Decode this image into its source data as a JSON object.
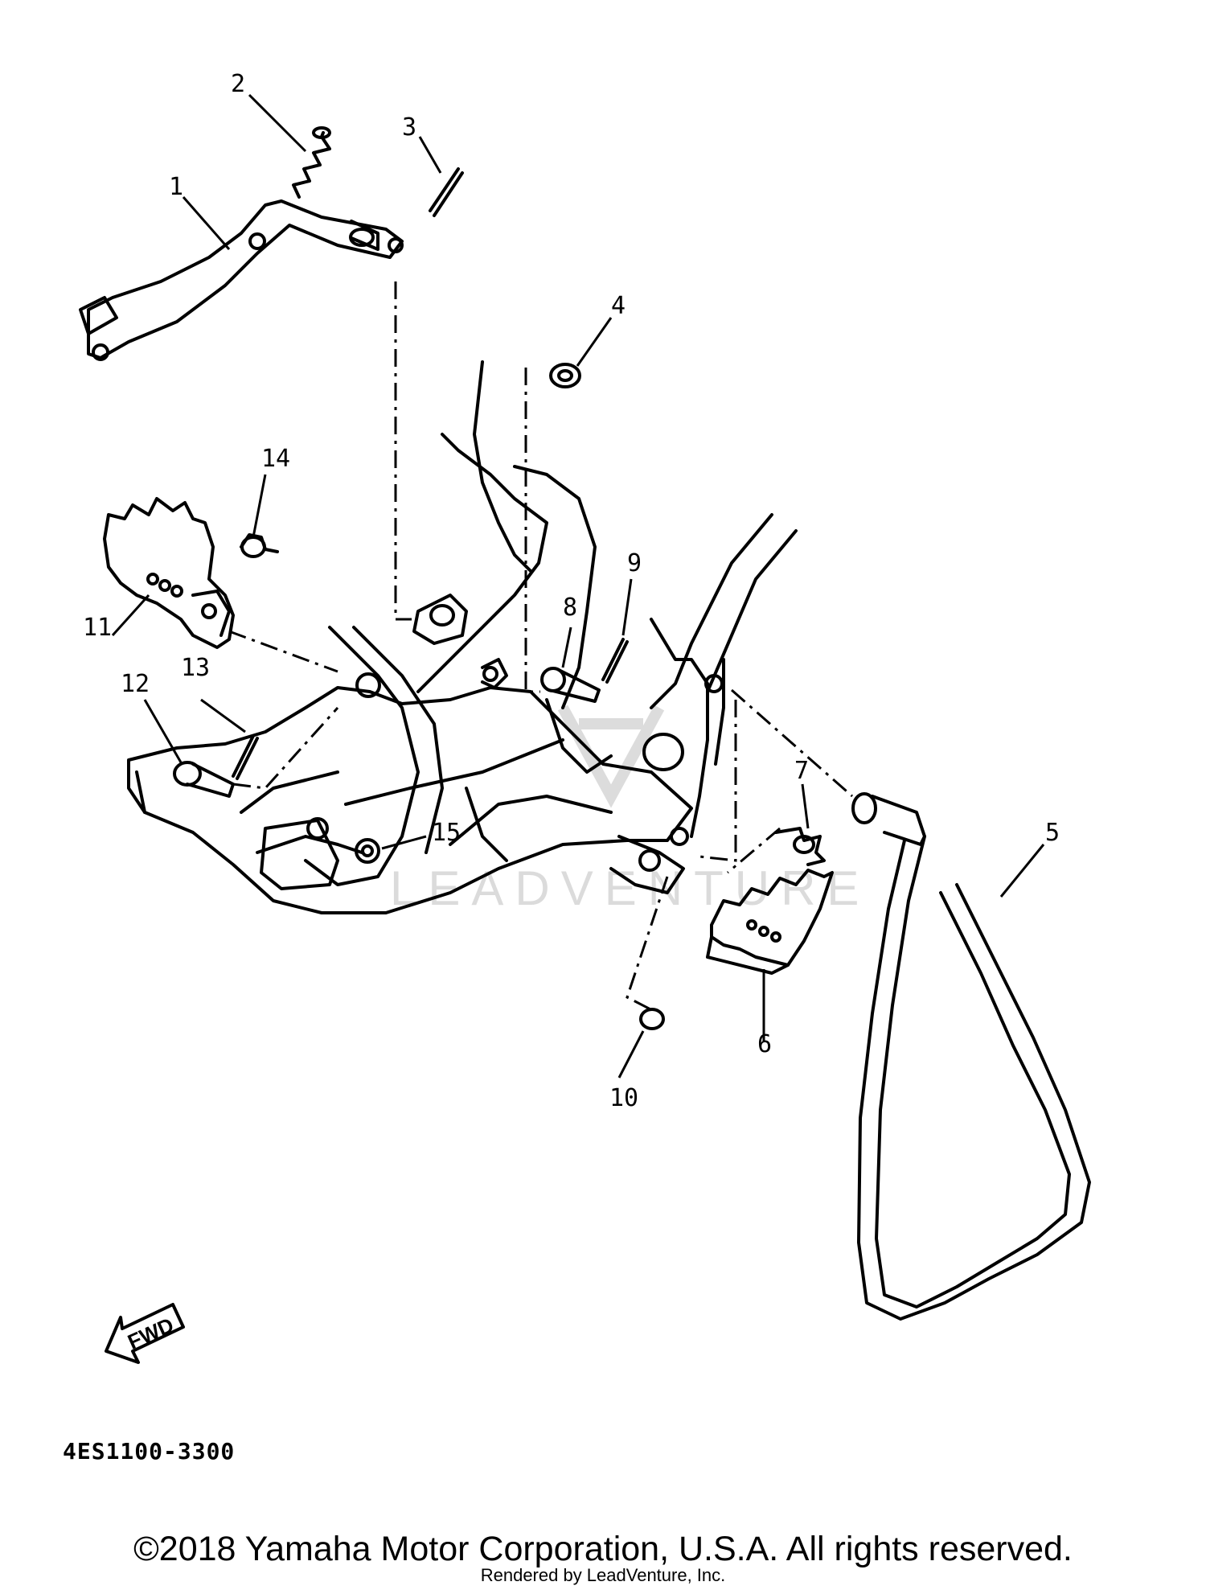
{
  "diagram": {
    "watermark_text": "LEADVENTURE",
    "fwd_label": "FWD",
    "drawing_code": "4ES1100-3300",
    "part_labels": [
      {
        "id": "1",
        "text": "1"
      },
      {
        "id": "2",
        "text": "2"
      },
      {
        "id": "3",
        "text": "3"
      },
      {
        "id": "4",
        "text": "4"
      },
      {
        "id": "5",
        "text": "5"
      },
      {
        "id": "6",
        "text": "6"
      },
      {
        "id": "7",
        "text": "7"
      },
      {
        "id": "8",
        "text": "8"
      },
      {
        "id": "9",
        "text": "9"
      },
      {
        "id": "10",
        "text": "10"
      },
      {
        "id": "11",
        "text": "11"
      },
      {
        "id": "12",
        "text": "12"
      },
      {
        "id": "13",
        "text": "13"
      },
      {
        "id": "14",
        "text": "14"
      },
      {
        "id": "15",
        "text": "15"
      }
    ]
  },
  "footer": {
    "copyright": "©2018 Yamaha Motor Corporation, U.S.A. All rights reserved.",
    "rendered_by": "Rendered by LeadVenture, Inc."
  }
}
